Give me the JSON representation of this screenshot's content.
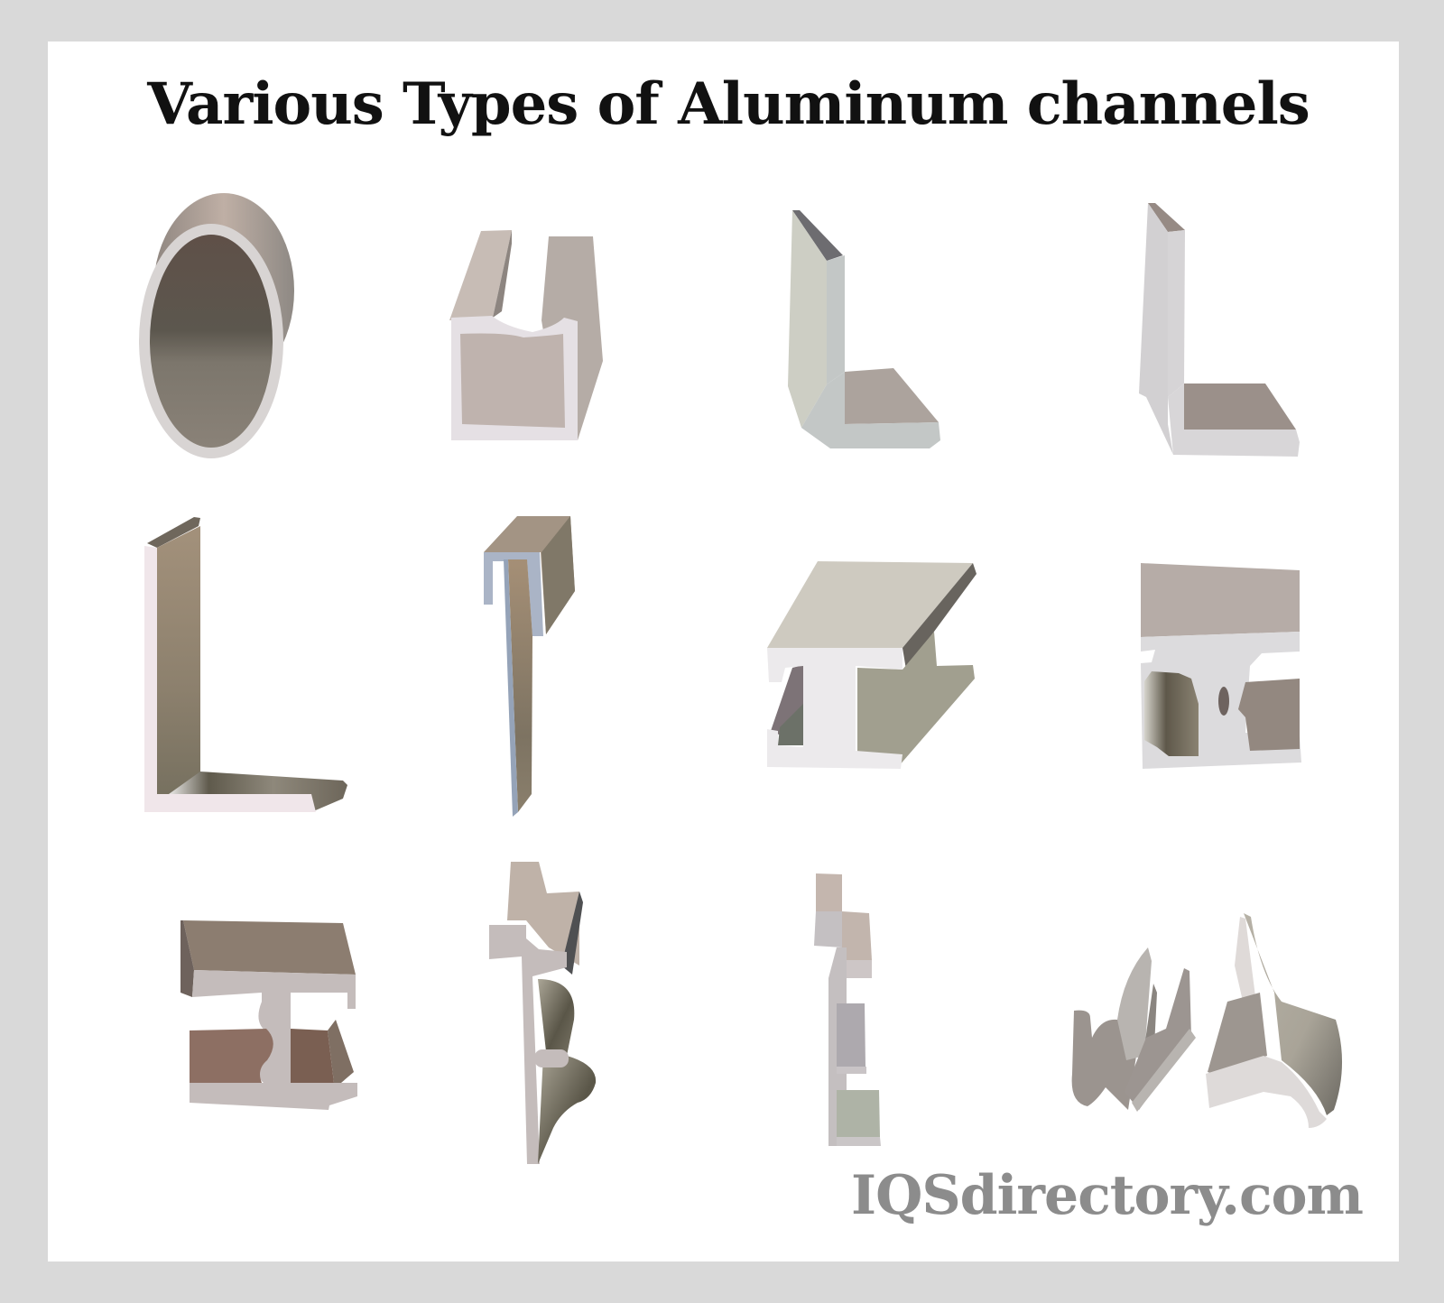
{
  "title": "Various Types of Aluminum channels",
  "watermark": "IQSdirectory.com",
  "colors": {
    "frame": "#d9d9d9",
    "panel": "#ffffff",
    "title": "#111111",
    "watermark": "#8c8c8c"
  },
  "shapes": [
    {
      "id": "round-tube",
      "row": 1,
      "col": 1
    },
    {
      "id": "u-channel-rounded",
      "row": 1,
      "col": 2
    },
    {
      "id": "angle-l-green",
      "row": 1,
      "col": 3
    },
    {
      "id": "angle-l-grey",
      "row": 1,
      "col": 4
    },
    {
      "id": "angle-l-bronze",
      "row": 2,
      "col": 1
    },
    {
      "id": "j-channel",
      "row": 2,
      "col": 2
    },
    {
      "id": "i-beam-channel",
      "row": 2,
      "col": 3
    },
    {
      "id": "t-slot-profile",
      "row": 2,
      "col": 4
    },
    {
      "id": "h-profile-brown",
      "row": 3,
      "col": 1
    },
    {
      "id": "stepped-t-profile",
      "row": 3,
      "col": 2
    },
    {
      "id": "e-profile",
      "row": 3,
      "col": 3
    },
    {
      "id": "clip-profiles",
      "row": 3,
      "col": 4
    }
  ]
}
